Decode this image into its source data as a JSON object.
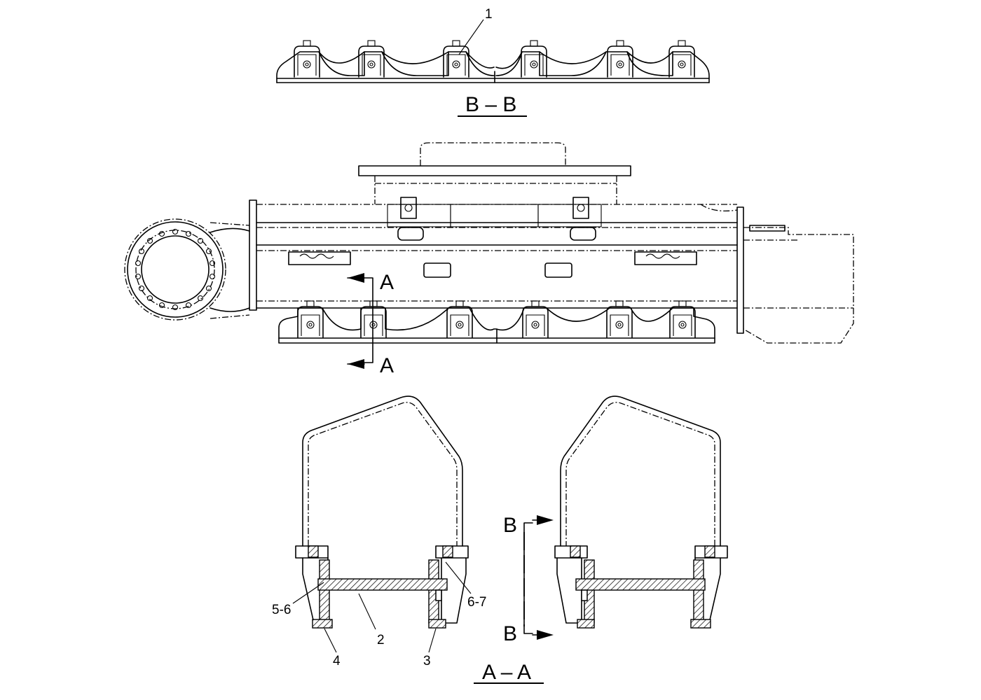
{
  "section_labels": {
    "bb_title": "B – B",
    "aa_title": "A – A",
    "cut_a_top": "A",
    "cut_a_bottom": "A",
    "cut_b_top": "B",
    "cut_b_bottom": "B"
  },
  "callouts": {
    "c1": "1",
    "c2": "2",
    "c3": "3",
    "c4": "4",
    "c56": "5-6",
    "c67": "6-7"
  }
}
